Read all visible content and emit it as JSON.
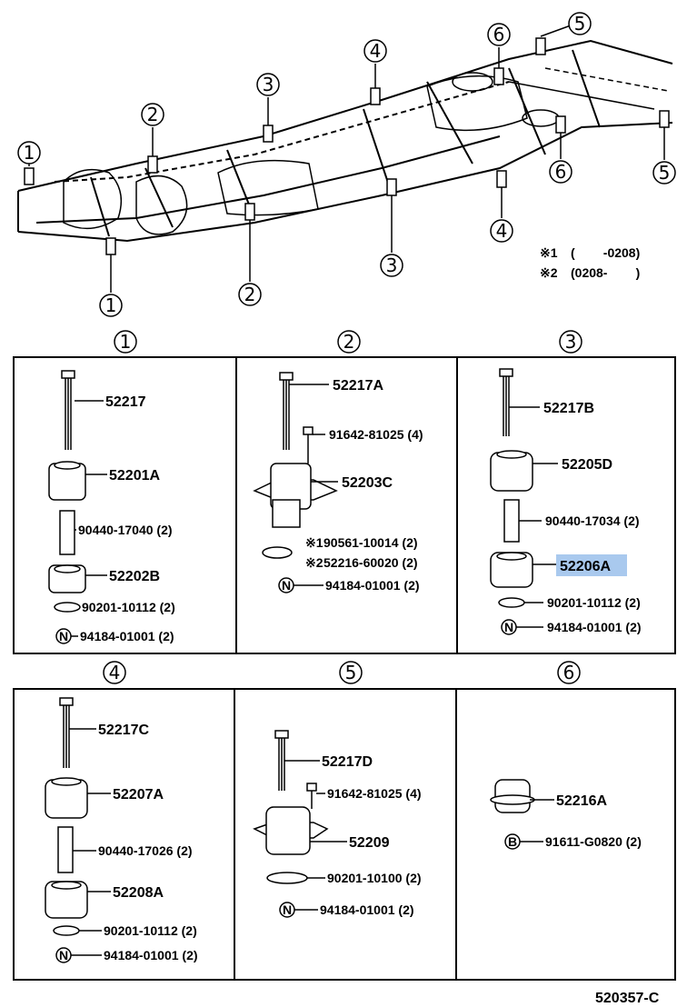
{
  "diagram": {
    "frame_callouts": {
      "c1": "1",
      "c2": "2",
      "c3": "3",
      "c4": "4",
      "c5": "5",
      "c6": "6"
    },
    "notes": {
      "n1_mark": "※1",
      "n1_text": "(        -0208)",
      "n2_mark": "※2",
      "n2_text": "(0208-        )"
    },
    "sections": [
      {
        "num": "1",
        "parts": [
          {
            "label": "52217"
          },
          {
            "label": "52201A"
          },
          {
            "label": "90440-17040 (2)"
          },
          {
            "label": "52202B"
          },
          {
            "label": "90201-10112 (2)"
          },
          {
            "label": "94184-01001 (2)",
            "prefix": "N"
          }
        ]
      },
      {
        "num": "2",
        "parts": [
          {
            "label": "52217A"
          },
          {
            "label": "91642-81025 (4)"
          },
          {
            "label": "52203C"
          },
          {
            "label": "90561-10014 (2)",
            "mark": "※1"
          },
          {
            "label": "52216-60020 (2)",
            "mark": "※2"
          },
          {
            "label": "94184-01001 (2)",
            "prefix": "N"
          }
        ]
      },
      {
        "num": "3",
        "parts": [
          {
            "label": "52217B"
          },
          {
            "label": "52205D"
          },
          {
            "label": "90440-17034 (2)"
          },
          {
            "label": "52206A",
            "highlight": true
          },
          {
            "label": "90201-10112 (2)"
          },
          {
            "label": "94184-01001 (2)",
            "prefix": "N"
          }
        ]
      },
      {
        "num": "4",
        "parts": [
          {
            "label": "52217C"
          },
          {
            "label": "52207A"
          },
          {
            "label": "90440-17026 (2)"
          },
          {
            "label": "52208A"
          },
          {
            "label": "90201-10112 (2)"
          },
          {
            "label": "94184-01001 (2)",
            "prefix": "N"
          }
        ]
      },
      {
        "num": "5",
        "parts": [
          {
            "label": "52217D"
          },
          {
            "label": "91642-81025 (4)"
          },
          {
            "label": "52209"
          },
          {
            "label": "90201-10100 (2)"
          },
          {
            "label": "94184-01001 (2)",
            "prefix": "N"
          }
        ]
      },
      {
        "num": "6",
        "parts": [
          {
            "label": "52216A"
          },
          {
            "label": "91611-G0820 (2)",
            "prefix": "B"
          }
        ]
      }
    ],
    "diagram_code": "520357-C",
    "highlight_color": "#a9c9ee"
  }
}
